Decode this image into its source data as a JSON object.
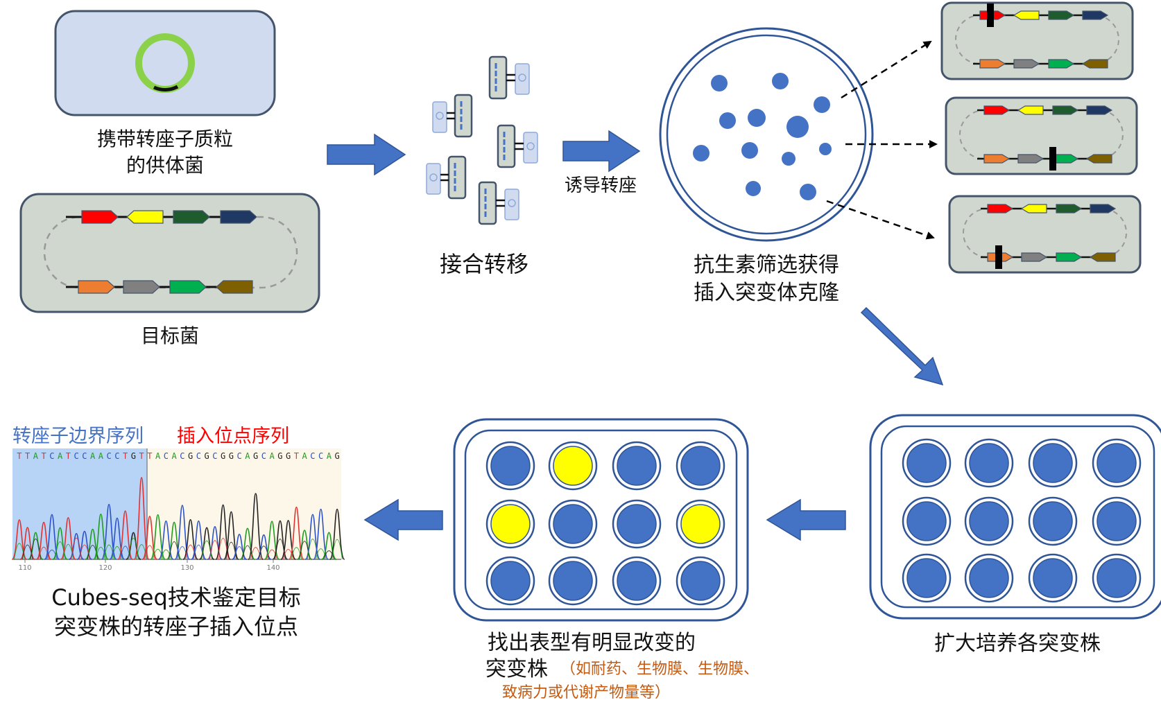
{
  "captions": {
    "donor_line1": "携带转座子质粒",
    "donor_line2": "的供体菌",
    "target": "目标菌",
    "conjugation": "接合转移",
    "induce": "诱导转座",
    "screen_line1": "抗生素筛选获得",
    "screen_line2": "插入突变体克隆",
    "expand": "扩大培养各突变株",
    "find_line1": "找出表型有明显改变的",
    "find_line2": "突变株",
    "find_note1": "（如耐药、生物膜、生物膜、",
    "find_note2": "致病力或代谢产物量等）",
    "seq_title_line1": "Cubes-seq技术鉴定目标",
    "seq_title_line2": "突变株的转座子插入位点"
  },
  "sequence": {
    "border_label": "转座子边界序列",
    "insertion_label": "插入位点序列",
    "border_bases": "TTATCATCCAACCTGT",
    "insertion_bases": "TACACGCGCGGCAGCAGGTACCAG",
    "positions": [
      "110",
      "120",
      "130",
      "140"
    ]
  },
  "wells": {
    "expand_plate": [
      "blue",
      "blue",
      "blue",
      "blue",
      "blue",
      "blue",
      "blue",
      "blue",
      "blue",
      "blue",
      "blue",
      "blue"
    ],
    "hit_plate": [
      "blue",
      "yellow",
      "blue",
      "blue",
      "yellow",
      "blue",
      "blue",
      "yellow",
      "blue",
      "blue",
      "blue",
      "blue"
    ]
  },
  "colors": {
    "arrow": "#4472c4",
    "panel_fill": "#d0d7ce",
    "panel_stroke": "#44546a",
    "donor_fill": "#d0dbef",
    "plasmid": "#8bd14a",
    "well_blue": "#4472c4",
    "well_yellow": "#ffff00",
    "note": "#c55a11",
    "label_blue": "#4472c4",
    "label_red": "#ff0000",
    "gene_top": [
      "#ff0000",
      "#ffff00",
      "#1e5c2e",
      "#1f3864"
    ],
    "gene_bottom": [
      "#ed7d31",
      "#808080",
      "#00b050",
      "#7f6000"
    ]
  }
}
